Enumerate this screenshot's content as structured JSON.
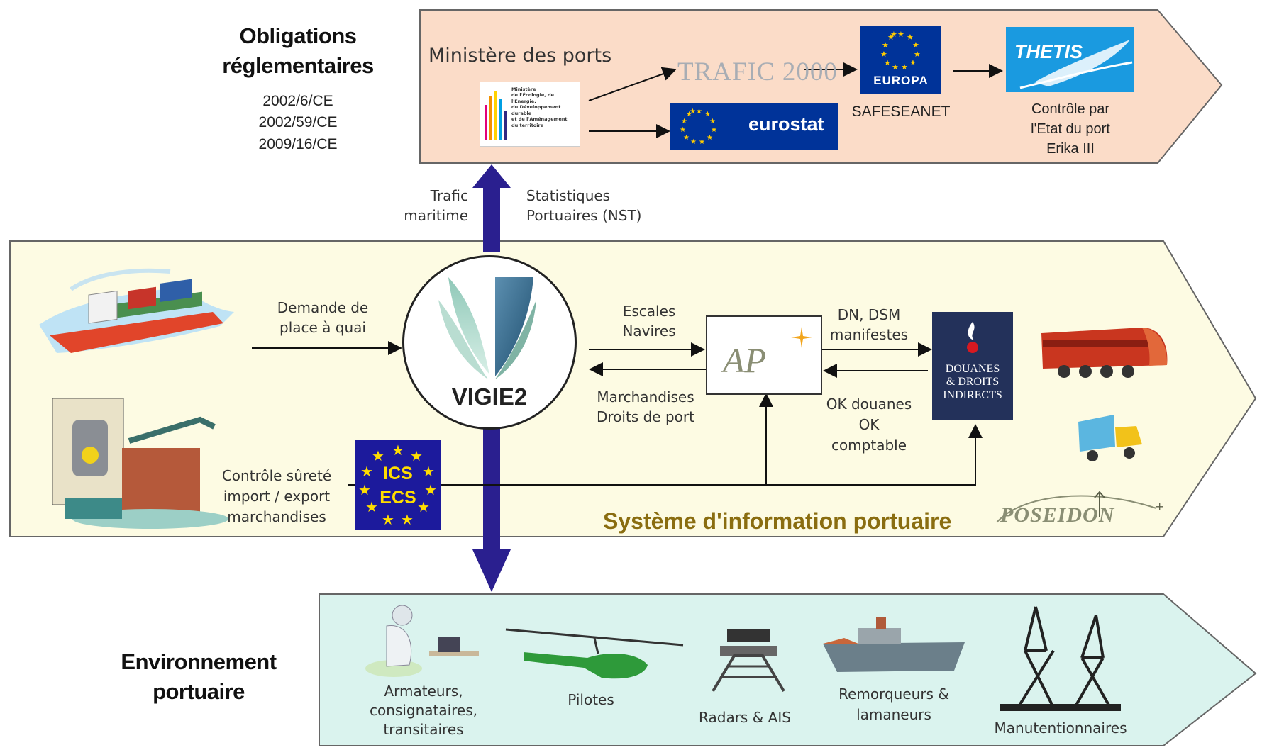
{
  "obligations": {
    "title_line1": "Obligations",
    "title_line2": "réglementaires",
    "refs": [
      "2002/6/CE",
      "2002/59/CE",
      "2009/16/CE"
    ]
  },
  "top_panel": {
    "ministry_label": "Ministère des ports",
    "ministry_logo_text": [
      "Ministère",
      "de l'Écologie, de l'Énergie,",
      "du Développement durable",
      "et de l'Aménagement",
      "du territoire"
    ],
    "trafic2000_logo": "TRAFIC 2000",
    "eurostat_logo": "eurostat",
    "europa_logo": "EUROPA",
    "safeseanet_label": "SAFESEANET",
    "thetis_logo": "THETIS",
    "thetis_caption": [
      "Contrôle par",
      "l'Etat du port",
      "Erika III"
    ]
  },
  "vertical_links": {
    "left_label": [
      "Trafic",
      "maritime"
    ],
    "right_label": [
      "Statistiques",
      "Portuaires (NST)"
    ]
  },
  "middle_panel": {
    "ship_request": [
      "Demande de",
      "place à quai"
    ],
    "vigie_label": "VIGIE2",
    "escales": [
      "Escales",
      "Navires"
    ],
    "marchandises": [
      "Marchandises",
      "Droits de port"
    ],
    "ap_logo": "AP",
    "dn_dsm": [
      "DN, DSM",
      "manifestes"
    ],
    "ok_douanes": [
      "OK douanes",
      "OK",
      "comptable"
    ],
    "douanes_logo": [
      "DOUANES",
      "& DROITS",
      "INDIRECTS"
    ],
    "controle_surete": [
      "Contrôle sûreté",
      "import / export",
      "marchandises"
    ],
    "ics_ecs": [
      "ICS",
      "ECS"
    ],
    "system_title": "Système d'information portuaire",
    "poseidon_logo": "POSEIDON"
  },
  "environment": {
    "title_line1": "Environnement",
    "title_line2": "portuaire",
    "actors": [
      [
        "Armateurs,",
        "consignataires,",
        "transitaires"
      ],
      [
        "Pilotes"
      ],
      [
        "Radars & AIS"
      ],
      [
        "Remorqueurs &",
        "lamaneurs"
      ],
      [
        "Manutentionnaires"
      ]
    ]
  },
  "colors": {
    "top_panel_fill": "#fbdcc8",
    "middle_panel_fill": "#fdfbe3",
    "bottom_panel_fill": "#daf3ee",
    "arrow_blue": "#2a1f8f",
    "system_title": "#8a6d10",
    "eu_blue": "#003399"
  }
}
